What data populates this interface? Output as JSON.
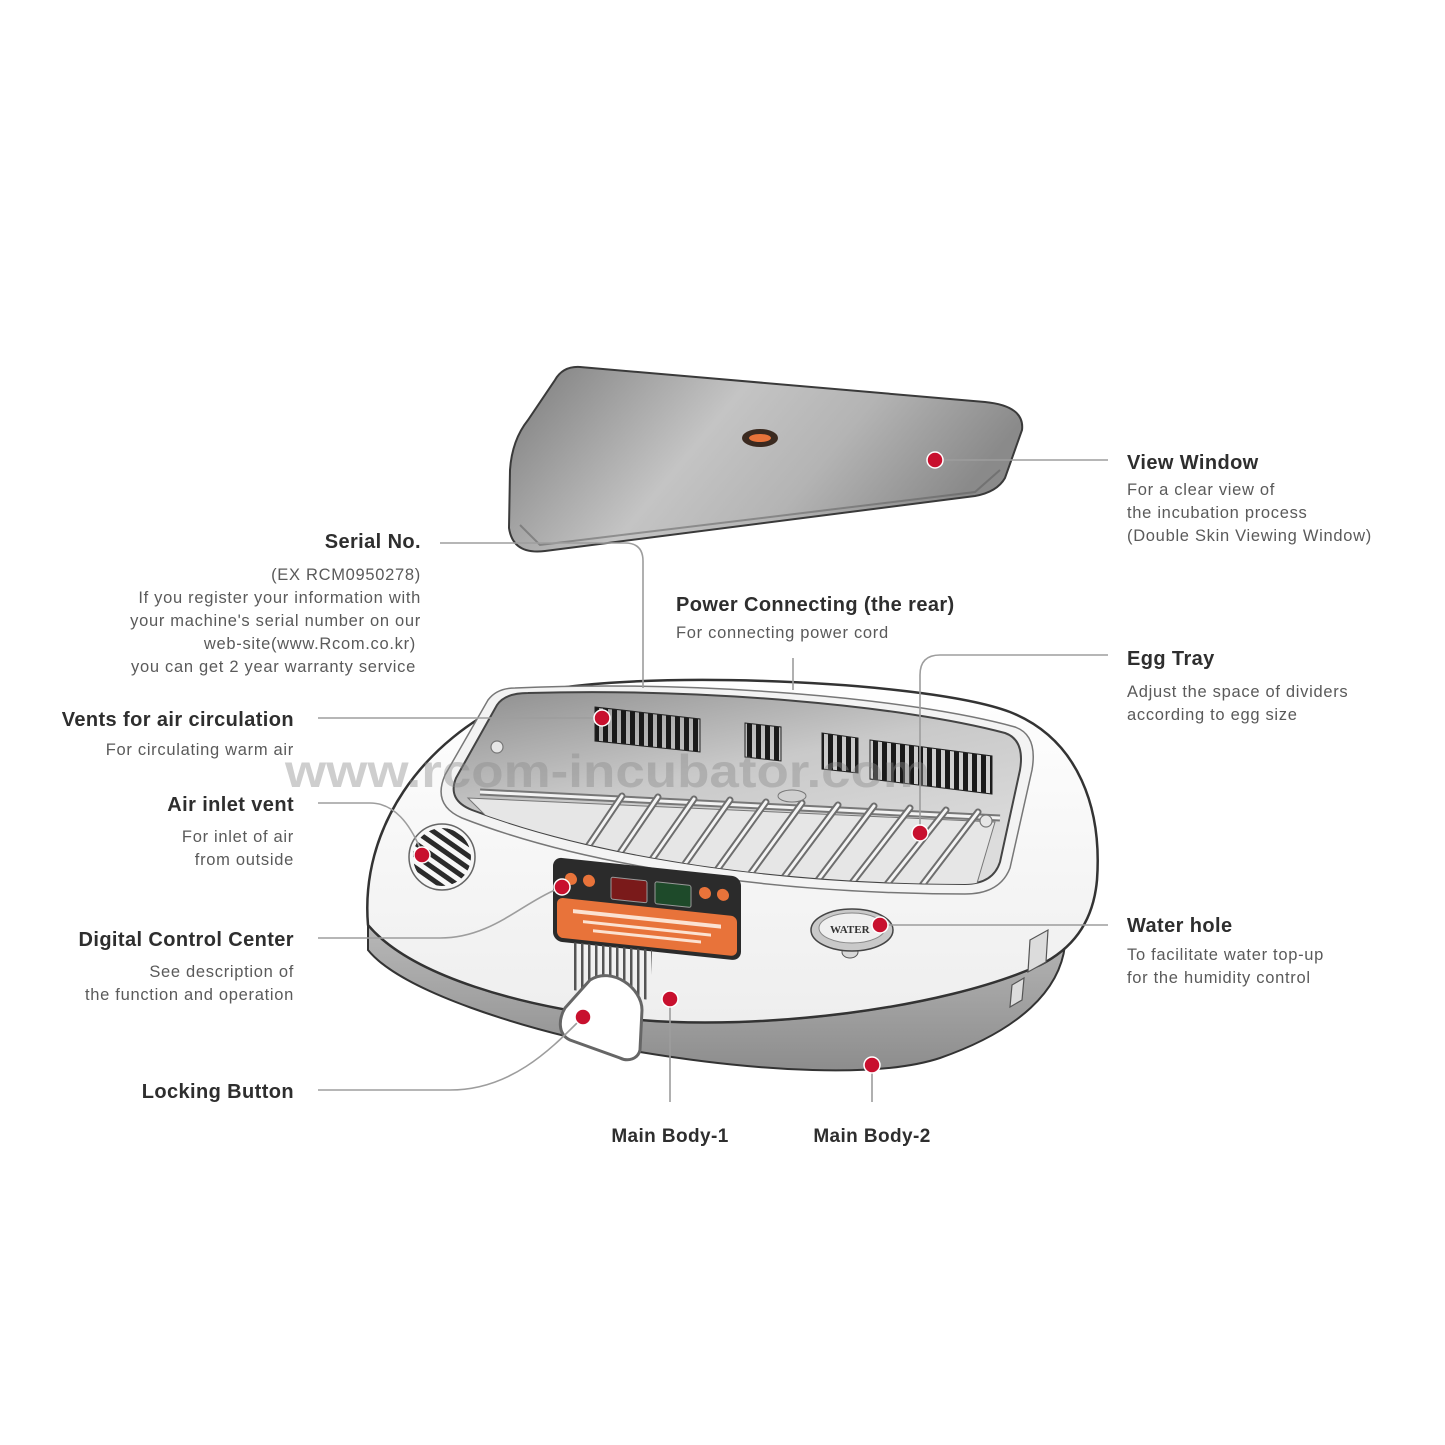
{
  "labels": {
    "serial_no": {
      "title": "Serial No.",
      "lines": [
        "(EX RCM0950278)",
        "If you register your information with",
        "your machine's serial number on our",
        "web-site(www.Rcom.co.kr)",
        "you can get 2 year warranty service"
      ]
    },
    "view_window": {
      "title": "View Window",
      "lines": [
        "For a clear view of",
        "the incubation process",
        "(Double Skin Viewing Window)"
      ]
    },
    "power": {
      "title": "Power Connecting (the rear)",
      "lines": [
        "For connecting  power cord"
      ]
    },
    "egg_tray": {
      "title": "Egg Tray",
      "lines": [
        "Adjust the space of dividers",
        "according to egg size"
      ]
    },
    "vents": {
      "title": "Vents for air circulation",
      "lines": [
        "For circulating warm air"
      ]
    },
    "air_inlet": {
      "title": "Air inlet vent",
      "lines": [
        "For inlet of air",
        "from outside"
      ]
    },
    "control": {
      "title": "Digital Control Center",
      "lines": [
        "See description of",
        "the function and operation"
      ]
    },
    "water": {
      "title": "Water hole",
      "lines": [
        "To facilitate water top-up",
        "for the humidity control"
      ]
    },
    "locking": {
      "title": "Locking Button"
    },
    "body1": {
      "title": "Main Body-1"
    },
    "body2": {
      "title": "Main Body-2"
    }
  },
  "device": {
    "water_cap": "WATER"
  },
  "watermark": "www.rcom-incubator.com",
  "colors": {
    "marker": "#c8102e",
    "label": "#2e2e2e",
    "desc": "#5a5a5a",
    "leader": "#9d9d9d",
    "panel_orange": "#e8733a"
  }
}
